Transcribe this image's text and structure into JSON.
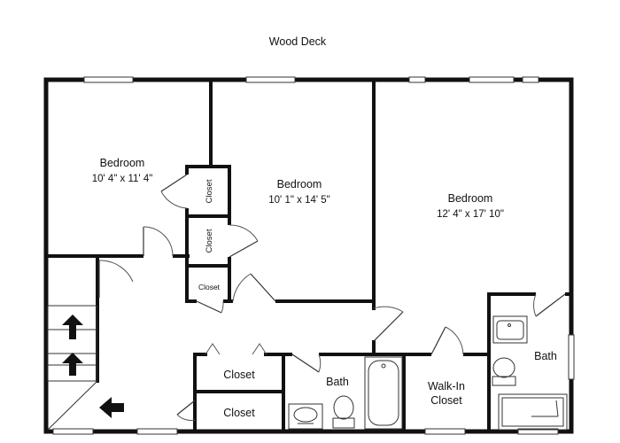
{
  "labels": {
    "deck": "Wood Deck",
    "bed1": "Bedroom",
    "bed1_dim": "10' 4\" x 11' 4\"",
    "bed2": "Bedroom",
    "bed2_dim": "10' 1\" x 14' 5\"",
    "bed3": "Bedroom",
    "bed3_dim": "12' 4\" x 17' 10\"",
    "closet_a": "Closet",
    "closet_b": "Closet",
    "closet_c": "Closet",
    "closet_d": "Closet",
    "closet_e": "Closet",
    "bath_main": "Bath",
    "bath_master": "Bath",
    "walkin_1": "Walk-In",
    "walkin_2": "Closet"
  }
}
